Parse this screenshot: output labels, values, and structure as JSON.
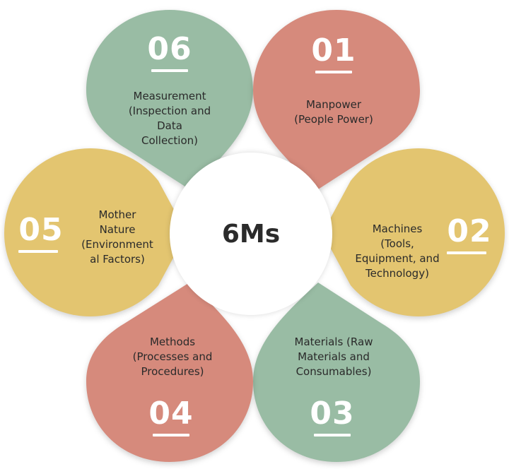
{
  "center_title": "6Ms",
  "colors": {
    "red": "#D68A7C",
    "green": "#99BCA4",
    "yellow": "#E3C570",
    "number_text": "#FFFFFF",
    "label_text": "#2A2A2A"
  },
  "petals": [
    {
      "number": "01",
      "label": "Manpower\n(People Power)",
      "color": "#D68A7C"
    },
    {
      "number": "02",
      "label": "Machines\n(Tools,\nEquipment, and\nTechnology)",
      "color": "#E3C570"
    },
    {
      "number": "03",
      "label": "Materials (Raw\nMaterials and\nConsumables)",
      "color": "#99BCA4"
    },
    {
      "number": "04",
      "label": "Methods\n(Processes and\nProcedures)",
      "color": "#D68A7C"
    },
    {
      "number": "05",
      "label": "Mother\nNature\n(Environment\nal Factors)",
      "color": "#E3C570"
    },
    {
      "number": "06",
      "label": "Measurement\n(Inspection and\nData\nCollection)",
      "color": "#99BCA4"
    }
  ]
}
